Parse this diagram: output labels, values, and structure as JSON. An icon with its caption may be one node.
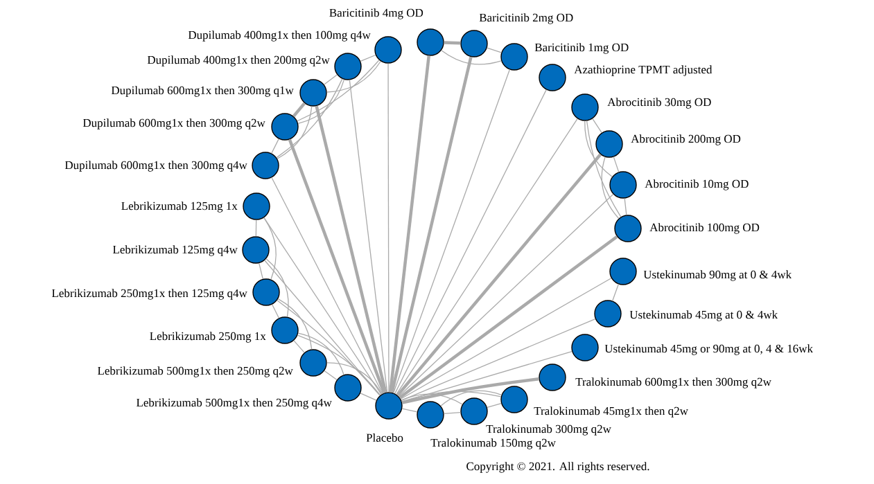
{
  "diagram": {
    "nodes": [
      {
        "text": [
          "Baricitinib 4mg OD"
        ]
      },
      {
        "text": [
          "Baricitinib 2mg OD"
        ]
      },
      {
        "text": [
          "Baricitinib 1mg OD"
        ]
      },
      {
        "text": [
          "Azathioprine TPMT adjusted"
        ]
      },
      {
        "text": [
          "Abrocitinib 30mg OD"
        ]
      },
      {
        "text": [
          "Abrocitinib 200mg OD"
        ]
      },
      {
        "text": [
          "Abrocitinib 10mg OD"
        ]
      },
      {
        "text": [
          "Abrocitinib 100mg OD"
        ]
      },
      {
        "text": [
          "Ustekinumab 90mg at 0 & 4wk"
        ]
      },
      {
        "text": [
          "Ustekinumab 45mg at 0 & 4wk"
        ]
      },
      {
        "text": [
          "Ustekinumab 45mg or 90mg at 0, 4 & 16wk"
        ]
      },
      {
        "text": [
          "Tralokinumab 600mg1x then 300mg q2w"
        ]
      },
      {
        "text": [
          "Tralokinumab 45mg1x then q2w"
        ]
      },
      {
        "text": [
          "Tralokinumab 300mg q2w"
        ]
      },
      {
        "text": [
          "Tralokinumab 150mg q2w"
        ]
      },
      {
        "text": [
          "Placebo"
        ]
      },
      {
        "text": [
          "Lebrikizumab 500mg1x then 250mg q4w"
        ]
      },
      {
        "text": [
          "Lebrikizumab 500mg1x then 250mg q2w"
        ]
      },
      {
        "text": [
          "Lebrikizumab 250mg 1x"
        ]
      },
      {
        "text": [
          "Lebrikizumab 250mg1x then 125mg q4w"
        ]
      },
      {
        "text": [
          "Lebrikizumab 125mg q4w"
        ]
      },
      {
        "text": [
          "Lebrikizumab 125mg 1x"
        ]
      },
      {
        "text": [
          "Dupilumab 600mg1x then 300mg q4w"
        ]
      },
      {
        "text": [
          "Dupilumab 600mg1x then 300mg q2w"
        ]
      },
      {
        "text": [
          "Dupilumab 600mg1x then 300mg q1w"
        ]
      },
      {
        "text": [
          "Dupilumab 400mg1x then 200mg q2w"
        ]
      },
      {
        "text": [
          "Dupilumab 400mg1x then 100mg q4w"
        ]
      }
    ],
    "edges": [
      {
        "from": 15,
        "to": 0,
        "arrow": "none",
        "style": "thick"
      },
      {
        "from": 15,
        "to": 1,
        "arrow": "none",
        "style": "thick"
      },
      {
        "from": 15,
        "to": 2,
        "arrow": "none"
      },
      {
        "from": 15,
        "to": 3,
        "arrow": "none"
      },
      {
        "from": 15,
        "to": 4,
        "arrow": "none"
      },
      {
        "from": 15,
        "to": 5,
        "arrow": "none",
        "style": "thick"
      },
      {
        "from": 15,
        "to": 6,
        "arrow": "none"
      },
      {
        "from": 15,
        "to": 7,
        "arrow": "none",
        "style": "thick"
      },
      {
        "from": 15,
        "to": 8,
        "arrow": "none"
      },
      {
        "from": 15,
        "to": 9,
        "arrow": "none"
      },
      {
        "from": 15,
        "to": 10,
        "arrow": "none"
      },
      {
        "from": 15,
        "to": 11,
        "arrow": "none",
        "style": "thick"
      },
      {
        "from": 15,
        "to": 12,
        "arrow": "none"
      },
      {
        "from": 15,
        "to": 13,
        "arrow": "none"
      },
      {
        "from": 15,
        "to": 14,
        "arrow": "none"
      },
      {
        "from": 15,
        "to": 16,
        "arrow": "none"
      },
      {
        "from": 15,
        "to": 17,
        "arrow": "none"
      },
      {
        "from": 15,
        "to": 18,
        "arrow": "none"
      },
      {
        "from": 15,
        "to": 19,
        "arrow": "none"
      },
      {
        "from": 15,
        "to": 20,
        "arrow": "none"
      },
      {
        "from": 15,
        "to": 21,
        "arrow": "none"
      },
      {
        "from": 15,
        "to": 22,
        "arrow": "none"
      },
      {
        "from": 15,
        "to": 23,
        "arrow": "none",
        "style": "thick"
      },
      {
        "from": 15,
        "to": 24,
        "arrow": "none",
        "style": "thick"
      },
      {
        "from": 15,
        "to": 25,
        "arrow": "none"
      },
      {
        "from": 15,
        "to": 26,
        "arrow": "none"
      },
      {
        "from": 0,
        "to": 1,
        "arrow": "none",
        "style": "thick"
      },
      {
        "from": 1,
        "to": 2,
        "arrow": "none"
      },
      {
        "from": 0,
        "to": 2,
        "arrow": "none"
      },
      {
        "from": 4,
        "to": 5,
        "arrow": "none"
      },
      {
        "from": 4,
        "to": 6,
        "arrow": "none"
      },
      {
        "from": 4,
        "to": 7,
        "arrow": "none"
      },
      {
        "from": 5,
        "to": 6,
        "arrow": "none"
      },
      {
        "from": 5,
        "to": 7,
        "arrow": "none"
      },
      {
        "from": 6,
        "to": 7,
        "arrow": "none"
      },
      {
        "from": 8,
        "to": 9,
        "arrow": "none"
      },
      {
        "from": 14,
        "to": 13,
        "arrow": "none"
      },
      {
        "from": 14,
        "to": 12,
        "arrow": "none"
      },
      {
        "from": 13,
        "to": 12,
        "arrow": "none"
      },
      {
        "from": 21,
        "to": 20,
        "arrow": "none"
      },
      {
        "from": 21,
        "to": 19,
        "arrow": "none"
      },
      {
        "from": 20,
        "to": 19,
        "arrow": "none"
      },
      {
        "from": 20,
        "to": 18,
        "arrow": "none"
      },
      {
        "from": 19,
        "to": 18,
        "arrow": "none"
      },
      {
        "from": 19,
        "to": 17,
        "arrow": "none"
      },
      {
        "from": 18,
        "to": 17,
        "arrow": "none"
      },
      {
        "from": 18,
        "to": 16,
        "arrow": "none"
      },
      {
        "from": 17,
        "to": 16,
        "arrow": "none"
      },
      {
        "from": 26,
        "to": 25,
        "arrow": "none"
      },
      {
        "from": 26,
        "to": 24,
        "arrow": "none"
      },
      {
        "from": 26,
        "to": 23,
        "arrow": "none"
      },
      {
        "from": 25,
        "to": 24,
        "arrow": "none"
      },
      {
        "from": 25,
        "to": 23,
        "arrow": "none"
      },
      {
        "from": 25,
        "to": 22,
        "arrow": "none"
      },
      {
        "from": 24,
        "to": 23,
        "arrow": "none",
        "style": "thick"
      },
      {
        "from": 24,
        "to": 22,
        "arrow": "none"
      },
      {
        "from": 23,
        "to": 22,
        "arrow": "none"
      }
    ],
    "labels": [
      "Copyright © 2021. All rights reserved."
    ]
  }
}
